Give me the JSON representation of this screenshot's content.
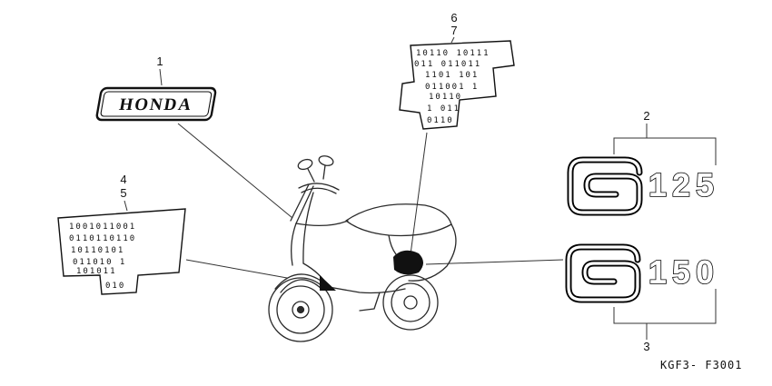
{
  "diagram_code": "KGF3- F3001",
  "callouts": {
    "c1": "1",
    "c2": "2",
    "c3": "3",
    "c4": "4",
    "c5": "5",
    "c6": "6",
    "c7": "7"
  },
  "honda_emblem": {
    "label": "HONDA"
  },
  "emblem_125": {
    "number": "125"
  },
  "emblem_150": {
    "number": "150"
  },
  "sticker_left": {
    "rows": [
      "1001011001",
      "0110110110",
      "10110101",
      "011010 1",
      "101011",
      "010"
    ]
  },
  "sticker_top": {
    "rows": [
      "10110 10111",
      "011 011011",
      "1101 101",
      "011001 1",
      "10110",
      "1 011",
      "0110"
    ]
  },
  "colors": {
    "line": "#2a2a2a",
    "ink": "#111111"
  }
}
